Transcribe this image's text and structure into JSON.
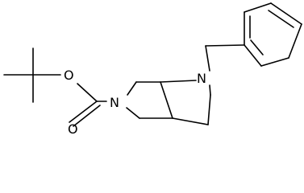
{
  "molecule": {
    "atoms": {
      "oxygen_ester": "O",
      "oxygen_carbonyl": "O",
      "nitrogen_pyrrolidine": "N",
      "nitrogen_benzyl": "N"
    },
    "colors": {
      "bond": "#000000",
      "label": "#000000",
      "background": "#ffffff"
    }
  }
}
